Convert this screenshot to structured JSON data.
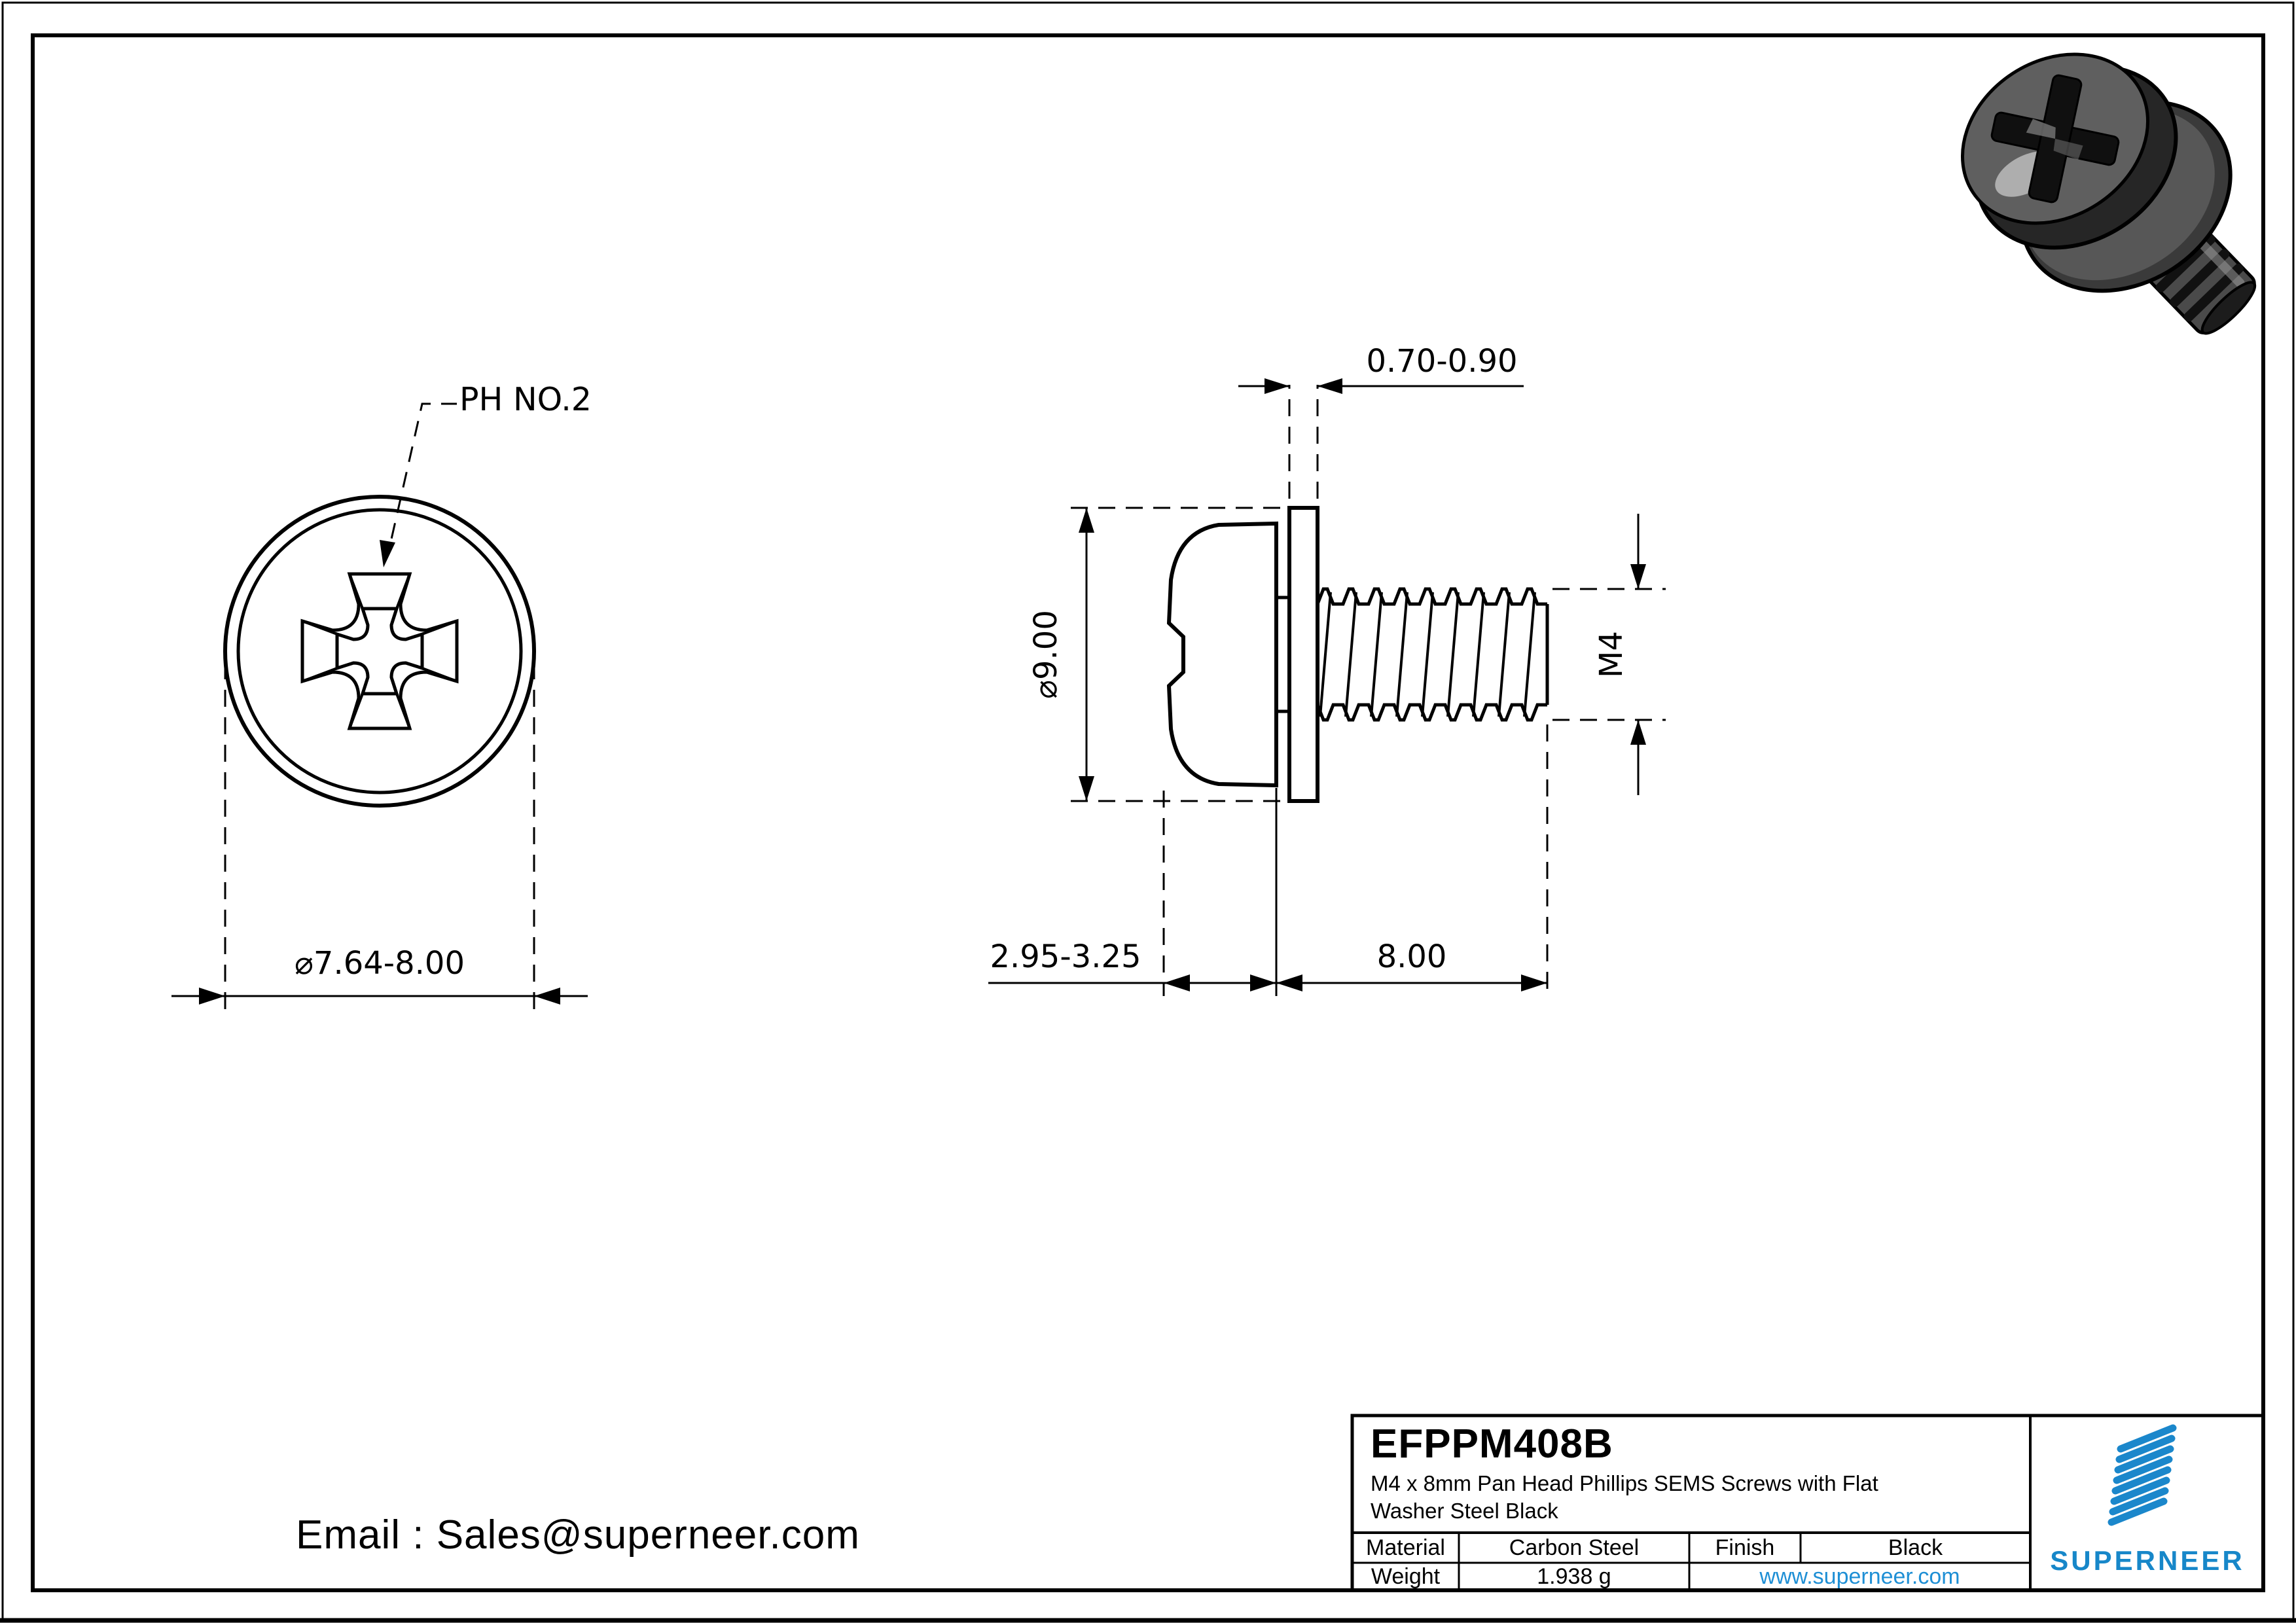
{
  "page": {
    "email": "Email : Sales@superneer.com"
  },
  "front_view": {
    "drive_label": "PH NO.2",
    "head_diameter_dim": "⌀7.64-8.00"
  },
  "side_view": {
    "washer_thickness_dim": "0.70-0.90",
    "washer_diameter_dim": "⌀9.00",
    "thread_spec_dim": "M4",
    "head_height_dim": "2.95-3.25",
    "thread_length_dim": "8.00"
  },
  "title_block": {
    "part_number": "EFPPM408B",
    "description": [
      "M4 x 8mm Pan Head Phillips SEMS Screws with Flat",
      "Washer Steel Black"
    ],
    "material_label": "Material",
    "material_value": "Carbon Steel",
    "finish_label": "Finish",
    "finish_value": "Black",
    "weight_label": "Weight",
    "weight_value": "1.938 g",
    "website": "www.superneer.com",
    "brand": "SUPERNEER"
  },
  "colors": {
    "line": "#000000",
    "brand_blue": "#1787c9",
    "logo_stripe_blue": "#1b87cb",
    "link_blue": "#1e8fd5",
    "screw_body_gray": "#5f5f5f"
  }
}
